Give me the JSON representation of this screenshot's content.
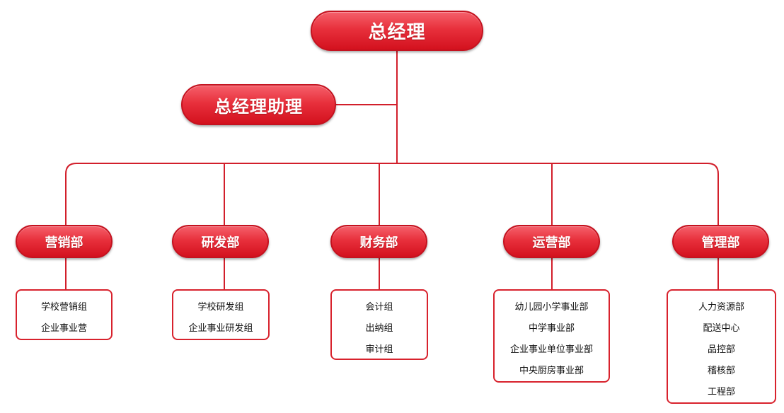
{
  "nodes": {
    "gm": "总经理",
    "assistant": "总经理助理"
  },
  "departments": [
    {
      "name": "营销部",
      "items": [
        "学校营销组",
        "企业事业营"
      ]
    },
    {
      "name": "研发部",
      "items": [
        "学校研发组",
        "企业事业研发组"
      ]
    },
    {
      "name": "财务部",
      "items": [
        "会计组",
        "出纳组",
        "审计组"
      ]
    },
    {
      "name": "运营部",
      "items": [
        "幼儿园小学事业部",
        "中学事业部",
        "企业事业单位事业部",
        "中央厨房事业部"
      ]
    },
    {
      "name": "管理部",
      "items": [
        "人力资源部",
        "配送中心",
        "品控部",
        "稽核部",
        "工程部"
      ]
    }
  ],
  "colors": {
    "line": "#d21f2b",
    "pill": "#e8303c"
  }
}
